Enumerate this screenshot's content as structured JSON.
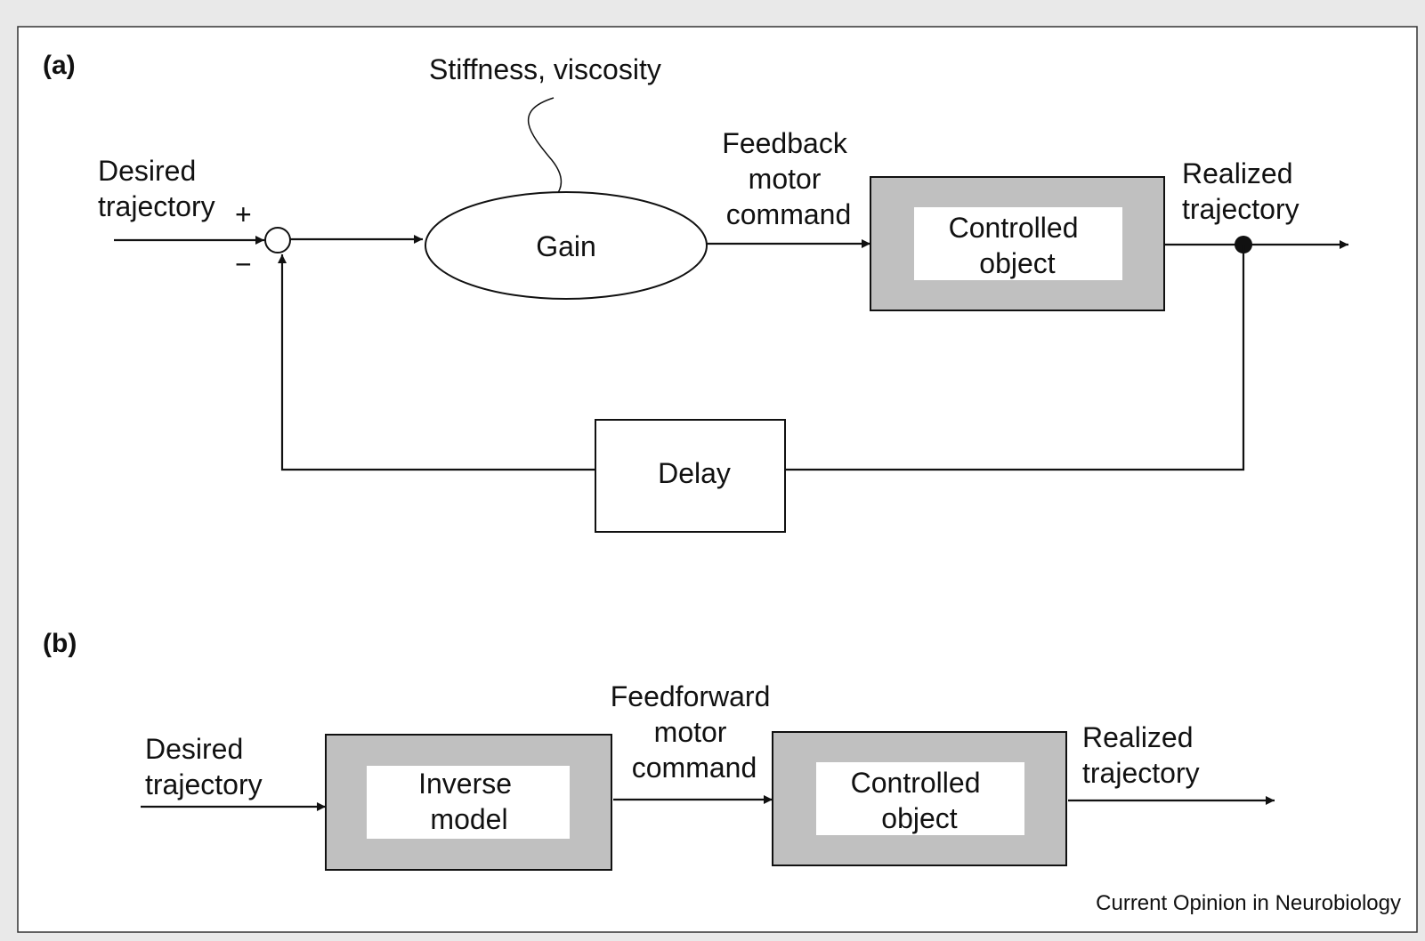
{
  "panel_a": {
    "label": "(a)",
    "annotation": "Stiffness, viscosity",
    "input_label": [
      "Desired",
      "trajectory"
    ],
    "plus_sign": "+",
    "minus_sign": "−",
    "gain_label": "Gain",
    "command_label": [
      "Feedback",
      "motor",
      "command"
    ],
    "plant_label": [
      "Controlled",
      "object"
    ],
    "output_label": [
      "Realized",
      "trajectory"
    ],
    "delay_label": "Delay"
  },
  "panel_b": {
    "label": "(b)",
    "input_label": [
      "Desired",
      "trajectory"
    ],
    "model_label": [
      "Inverse",
      "model"
    ],
    "command_label": [
      "Feedforward",
      "motor",
      "command"
    ],
    "plant_label": [
      "Controlled",
      "object"
    ],
    "output_label": [
      "Realized",
      "trajectory"
    ]
  },
  "credit": "Current Opinion in Neurobiology",
  "colors": {
    "background": "#e9e9e9",
    "frame": "#ffffff",
    "block_fill": "#c0c0c0",
    "inner_fill": "#ffffff",
    "line": "#111111"
  }
}
